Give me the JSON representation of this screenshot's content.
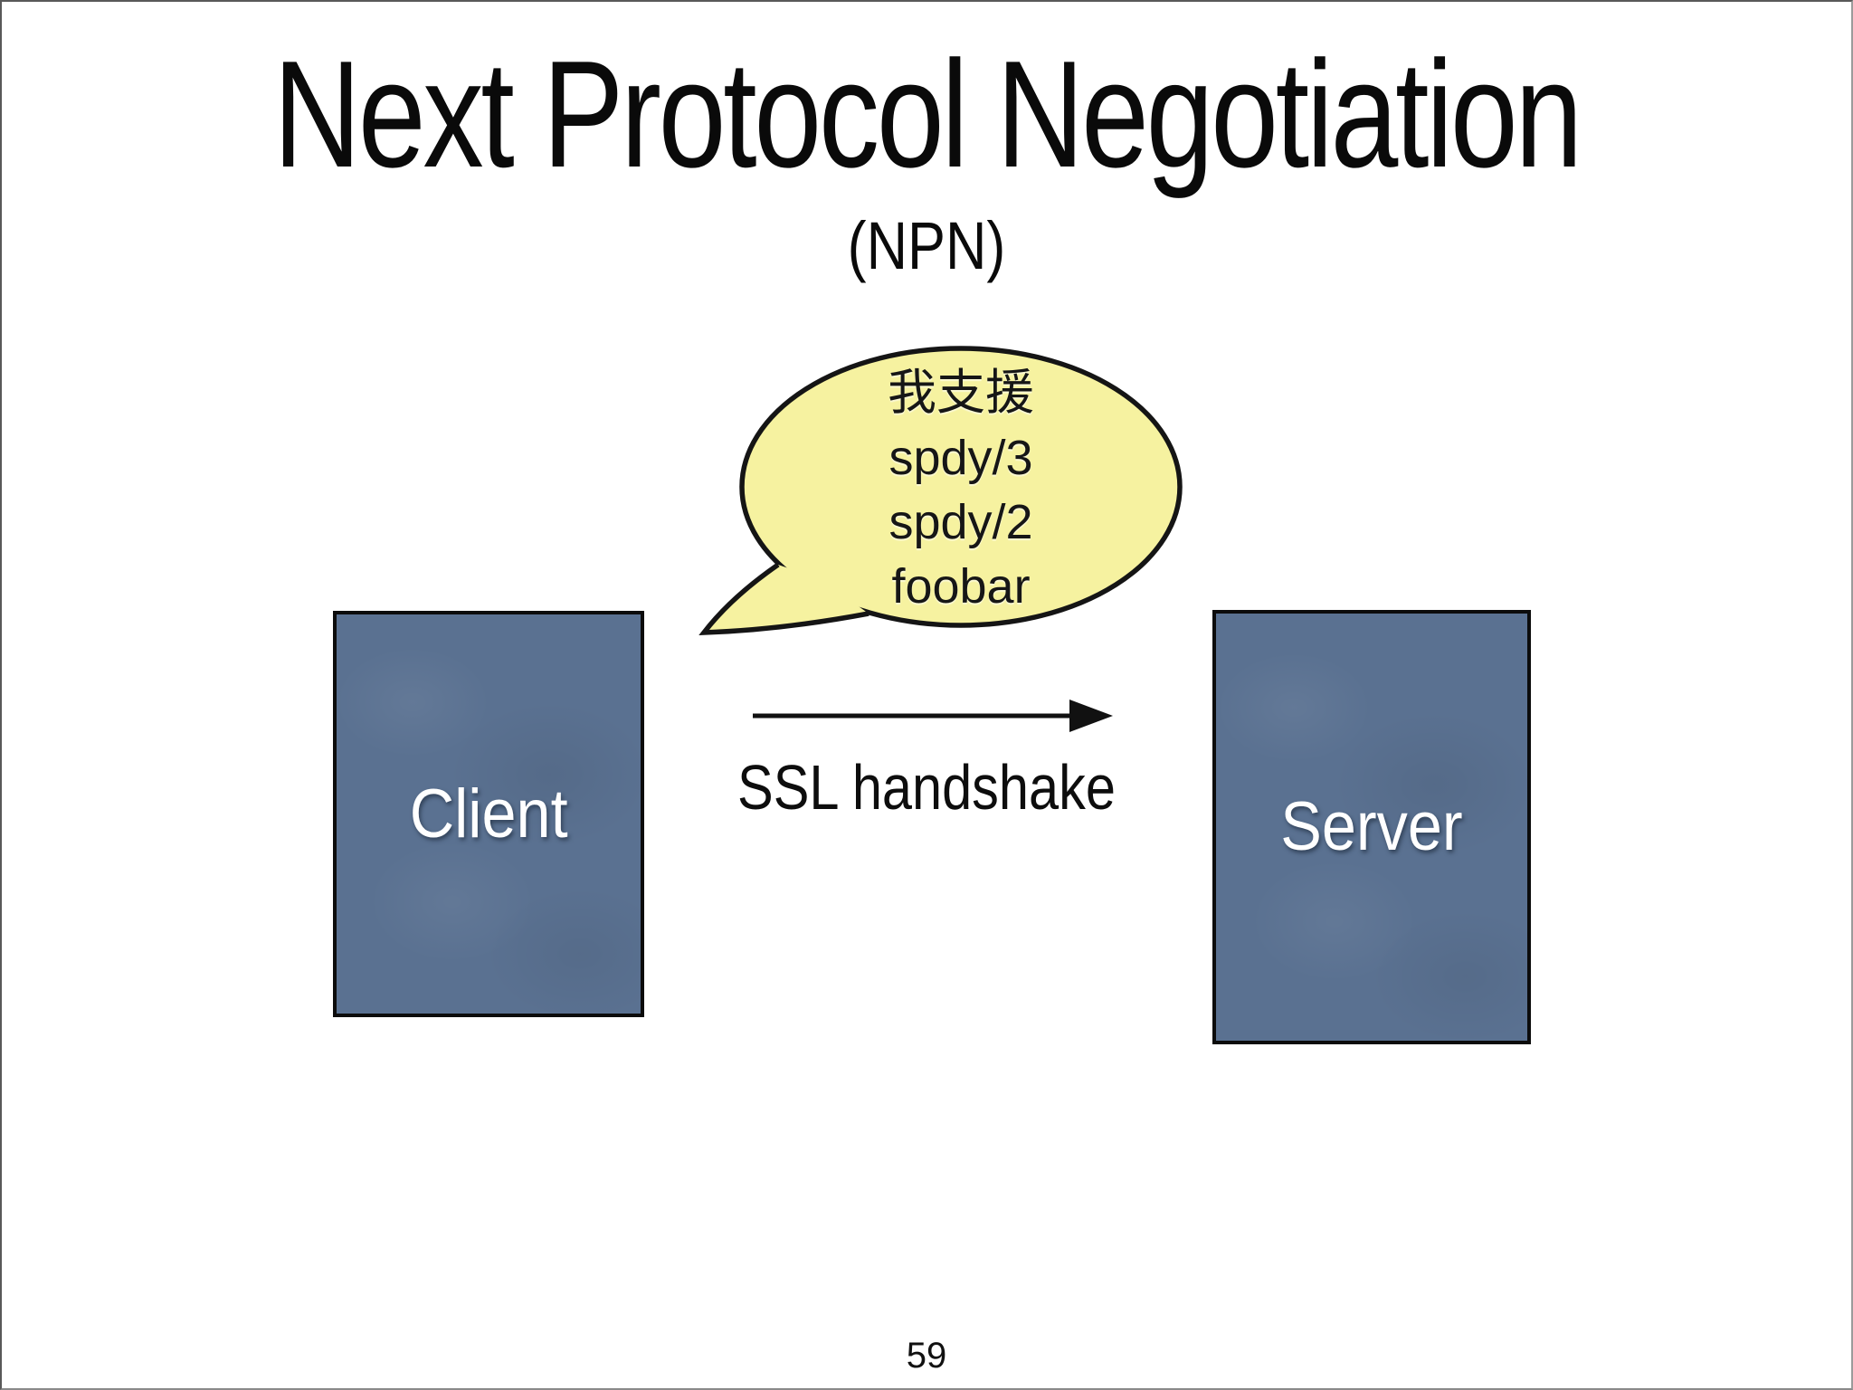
{
  "slide": {
    "title": "Next Protocol Negotiation",
    "subtitle": "(NPN)",
    "page_number": "59"
  },
  "bubble": {
    "lines": [
      "我支援",
      "spdy/3",
      "spdy/2",
      "foobar"
    ],
    "fill_color": "#f6f2a0",
    "stroke_color": "#151515"
  },
  "nodes": {
    "client": {
      "label": "Client"
    },
    "server": {
      "label": "Server"
    },
    "box_color": "#5a7191",
    "border_color": "#0c0c0c"
  },
  "arrow": {
    "label": "SSL handshake",
    "from": "client",
    "to": "server",
    "color": "#111111"
  }
}
